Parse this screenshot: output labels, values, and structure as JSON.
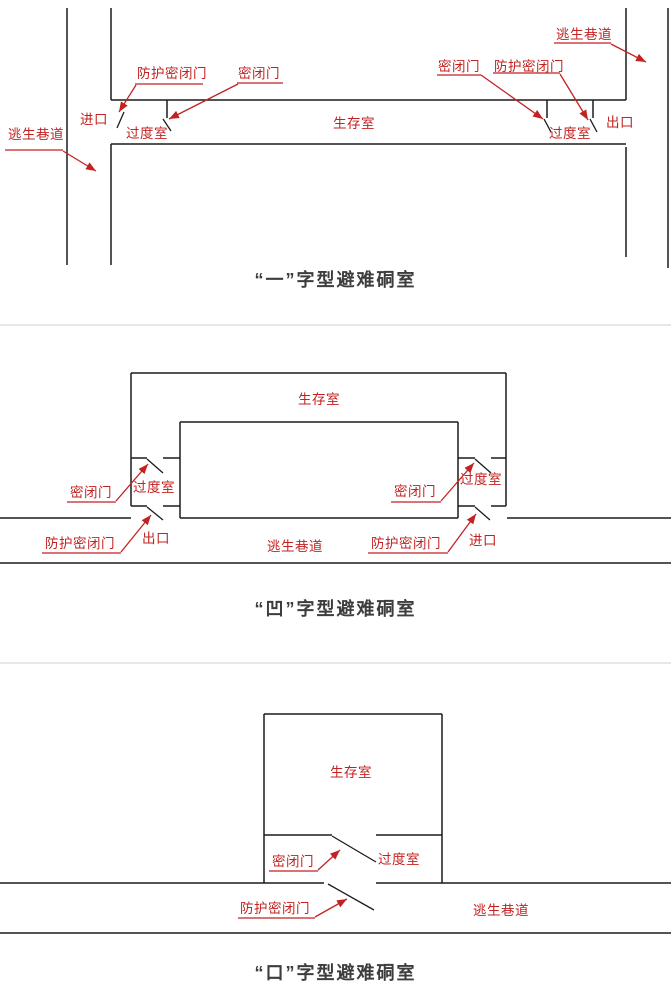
{
  "colors": {
    "red": "#c32222",
    "line": "#1c1c1c",
    "caption": "#3d3d3d",
    "separator": "#e7e7e7",
    "bg": "#ffffff"
  },
  "terms": {
    "survival_room": "生存室",
    "transition_room": "过度室",
    "airtight_door": "密闭门",
    "protective_airtight_door": "防护密闭门",
    "escape_tunnel": "逃生巷道",
    "entrance": "进口",
    "exit": "出口"
  },
  "sections": [
    {
      "id": "yi",
      "caption": "“一”字型避难硐室"
    },
    {
      "id": "ao",
      "caption": "“凹”字型避难硐室"
    },
    {
      "id": "kou",
      "caption": "“口”字型避难硐室"
    }
  ]
}
